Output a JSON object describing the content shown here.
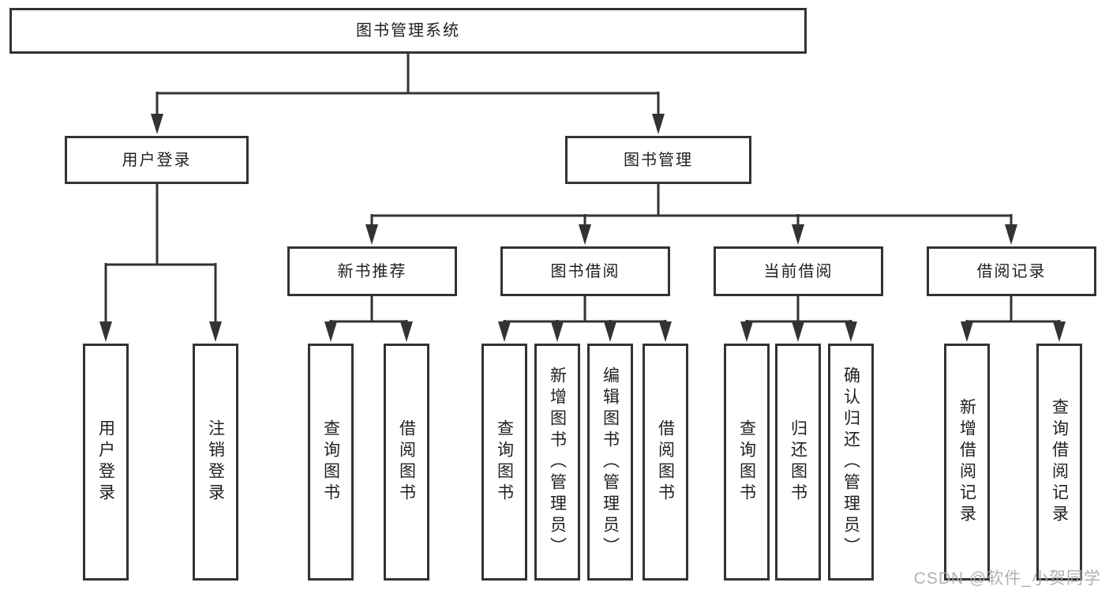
{
  "tree": {
    "root": {
      "label": "图书管理系统"
    },
    "children": [
      {
        "label": "用户登录",
        "children": [
          {
            "label": "用户登录"
          },
          {
            "label": "注销登录"
          }
        ]
      },
      {
        "label": "图书管理",
        "children": [
          {
            "label": "新书推荐",
            "children": [
              {
                "label": "查询图书"
              },
              {
                "label": "借阅图书"
              }
            ]
          },
          {
            "label": "图书借阅",
            "children": [
              {
                "label": "查询图书"
              },
              {
                "label": "新增图书（管理员）"
              },
              {
                "label": "编辑图书（管理员）"
              },
              {
                "label": "借阅图书"
              }
            ]
          },
          {
            "label": "当前借阅",
            "children": [
              {
                "label": "查询图书"
              },
              {
                "label": "归还图书"
              },
              {
                "label": "确认归还（管理员）"
              }
            ]
          },
          {
            "label": "借阅记录",
            "children": [
              {
                "label": "新增借阅记录"
              },
              {
                "label": "查询借阅记录"
              }
            ]
          }
        ]
      }
    ]
  },
  "watermark": {
    "text": "CSDN @软件_小贺同学"
  },
  "colors": {
    "line": "#333333",
    "text": "#1f1f1f",
    "box_bg": "#ffffff",
    "background": "#ffffff",
    "watermark": "#a6aab2"
  }
}
